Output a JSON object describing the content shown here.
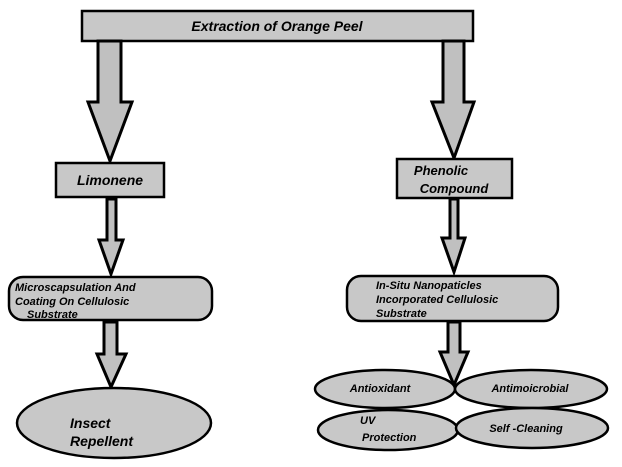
{
  "title": "Extraction of Orange Peel",
  "left_branch": {
    "node": "Limonene",
    "process_lines": [
      "Microscapsulation And",
      "Coating On Cellulosic",
      "Substrate"
    ],
    "result_lines": [
      "Insect",
      "Repellent"
    ]
  },
  "right_branch": {
    "node_lines": [
      "Phenolic",
      "Compound"
    ],
    "process_lines": [
      "In-Situ Nanopaticles",
      "Incorporated Cellulosic",
      "Substrate"
    ],
    "properties": [
      {
        "lines": [
          "Antioxidant"
        ]
      },
      {
        "lines": [
          "Antimoicrobial"
        ]
      },
      {
        "lines": [
          "UV",
          "Protection"
        ]
      },
      {
        "lines": [
          "Self -Cleaning"
        ]
      }
    ]
  },
  "colors": {
    "fill": "#c8c8c8",
    "stroke": "#000000",
    "arrow": "#c0c0c0"
  }
}
